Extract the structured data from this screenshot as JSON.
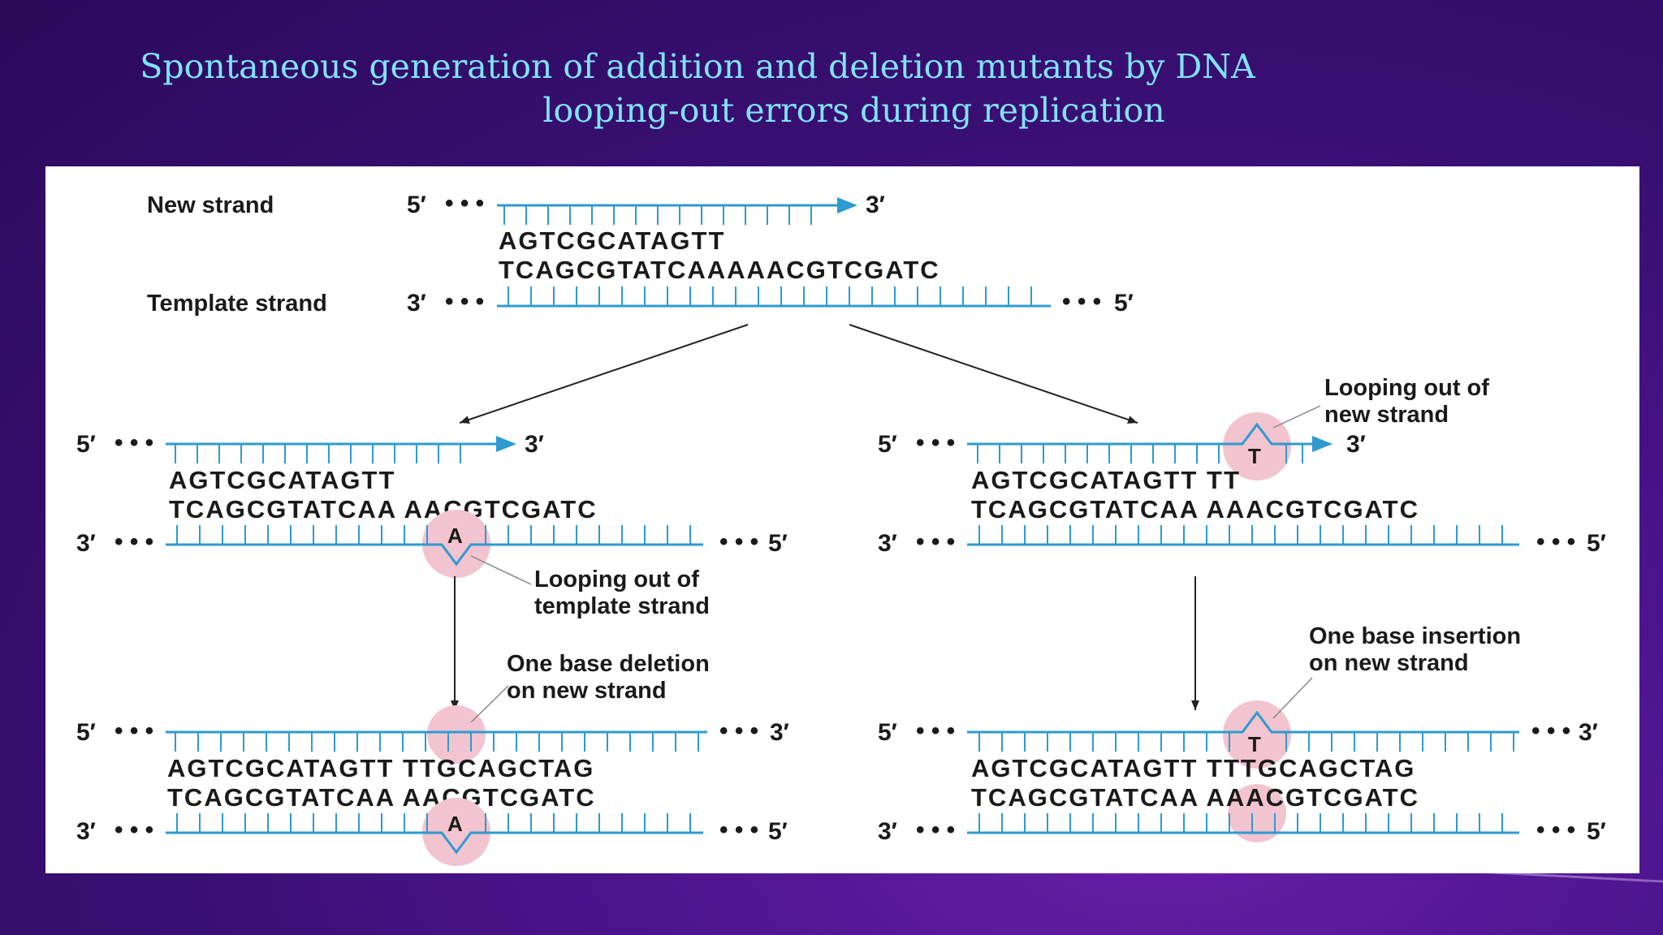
{
  "title": {
    "line1": "Spontaneous generation of addition and deletion mutants by DNA",
    "line2": "looping-out errors during replication"
  },
  "diagram": {
    "top": {
      "new_strand_label": "New strand",
      "template_strand_label": "Template strand",
      "new_5": "5′",
      "new_3": "3′",
      "tmpl_3": "3′",
      "tmpl_5": "5′",
      "seq_new": "AGTCGCATAGTT",
      "seq_template": "TCAGCGTATCAAAAACGTCGATC"
    },
    "left_mid": {
      "new_5": "5′",
      "new_3": "3′",
      "tmpl_3": "3′",
      "tmpl_5": "5′",
      "seq_new": "AGTCGCATAGTT",
      "seq_template": "TCAGCGTATCAA AACGTCGATC",
      "loop_base": "A",
      "annotation_line1": "Looping out of",
      "annotation_line2": "template strand"
    },
    "right_mid": {
      "new_5": "5′",
      "new_3": "3′",
      "tmpl_3": "3′",
      "tmpl_5": "5′",
      "seq_new": "AGTCGCATAGTT TT",
      "seq_template": "TCAGCGTATCAA AAACGTCGATC",
      "loop_base": "T",
      "annotation_line1": "Looping out of",
      "annotation_line2": "new strand"
    },
    "left_bottom": {
      "new_5": "5′",
      "new_3": "3′",
      "tmpl_3": "3′",
      "tmpl_5": "5′",
      "seq_new": "AGTCGCATAGTT TTGCAGCTAG",
      "seq_template": "TCAGCGTATCAA AACGTCGATC",
      "loop_base": "A",
      "annotation_line1": "One base deletion",
      "annotation_line2": "on new strand"
    },
    "right_bottom": {
      "new_5": "5′",
      "new_3": "3′",
      "tmpl_3": "3′",
      "tmpl_5": "5′",
      "seq_new": "AGTCGCATAGTT TTTGCAGCTAG",
      "seq_template": "TCAGCGTATCAA AAACGTCGATC",
      "loop_base": "T",
      "annotation_line1": "One base insertion",
      "annotation_line2": "on new strand"
    },
    "ellipsis": "• • •",
    "colors": {
      "strand": "#2e9ad0",
      "highlight": "#f2c4cf",
      "arrow": "#222222",
      "title": "#7fe3ff"
    }
  }
}
